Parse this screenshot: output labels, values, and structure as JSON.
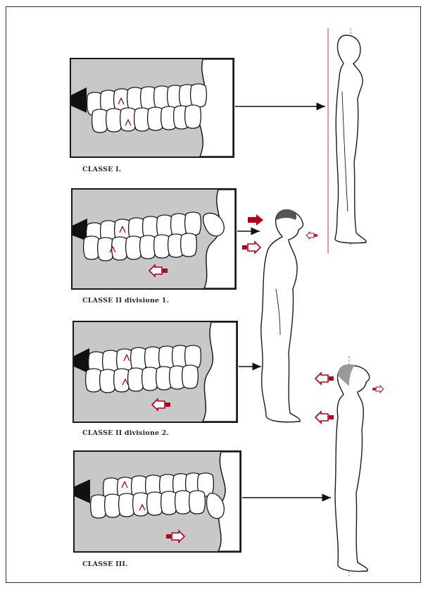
{
  "figure": {
    "captions": [
      "CLASSE I.",
      "CLASSE II divisione 1.",
      "CLASSE II divisione 2.",
      "CLASSE III."
    ],
    "colors": {
      "panel_fill": "#c8c8c8",
      "outline": "#1a1a1a",
      "tooth_fill": "#ffffff",
      "tongue": "#111111",
      "accent_red": "#b0001a",
      "reference_line": "#cc3344",
      "hair": "#555555"
    }
  }
}
